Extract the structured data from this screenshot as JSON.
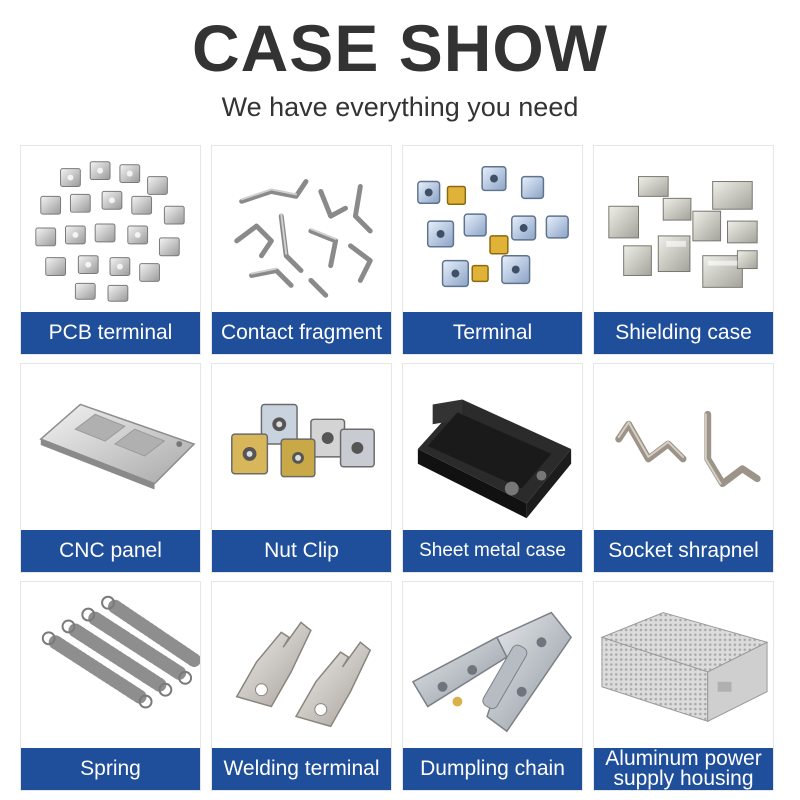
{
  "header": {
    "title": "CASE SHOW",
    "subtitle": "We have everything you need"
  },
  "products": [
    {
      "label": "PCB terminal",
      "icon": "pcb-terminal-icon"
    },
    {
      "label": "Contact fragment",
      "icon": "contact-fragment-icon"
    },
    {
      "label": "Terminal",
      "icon": "terminal-icon"
    },
    {
      "label": "Shielding case",
      "icon": "shielding-case-icon"
    },
    {
      "label": "CNC panel",
      "icon": "cnc-panel-icon"
    },
    {
      "label": "Nut Clip",
      "icon": "nut-clip-icon"
    },
    {
      "label": "Sheet metal case",
      "icon": "sheet-metal-case-icon"
    },
    {
      "label": "Socket shrapnel",
      "icon": "socket-shrapnel-icon"
    },
    {
      "label": "Spring",
      "icon": "spring-icon"
    },
    {
      "label": "Welding terminal",
      "icon": "welding-terminal-icon"
    },
    {
      "label": "Dumpling chain",
      "icon": "dumpling-chain-icon"
    },
    {
      "label": "Aluminum power\nsupply housing",
      "icon": "aluminum-power-supply-housing-icon"
    }
  ],
  "colors": {
    "label_bg": "#1f4e9a",
    "title": "#333333"
  }
}
